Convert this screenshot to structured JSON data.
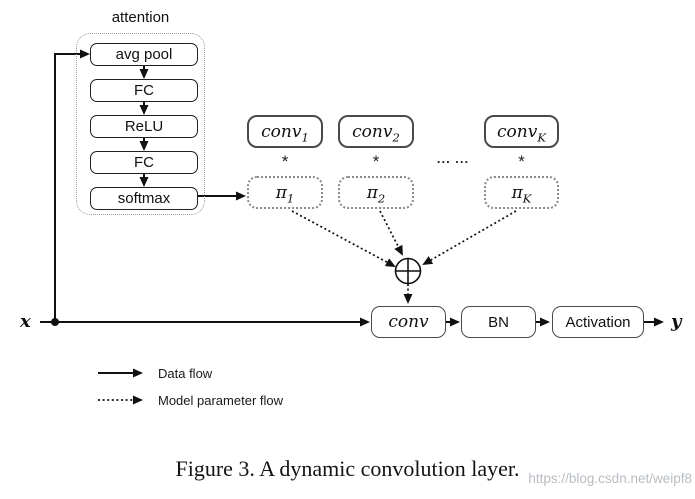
{
  "colors": {
    "ink": "#111111",
    "solid_box_border": "#4a4a4a",
    "dotted_box_border": "#8a8a8a",
    "watermark": "#b7bdc2",
    "background": "#ffffff"
  },
  "attention": {
    "title": "attention",
    "layers": [
      "avg pool",
      "FC",
      "ReLU",
      "FC",
      "softmax"
    ]
  },
  "kernels": [
    {
      "name": "conv",
      "sub": "1",
      "op": "*",
      "weight": "π",
      "weight_sub": "1"
    },
    {
      "name": "conv",
      "sub": "2",
      "op": "*",
      "weight": "π",
      "weight_sub": "2"
    },
    {
      "name": "conv",
      "sub": "K",
      "op": "*",
      "weight": "π",
      "weight_sub": "K"
    }
  ],
  "ellipsis": "... ...",
  "pipeline": {
    "input": "x",
    "conv": "conv",
    "bn": "BN",
    "activation": "Activation",
    "output": "y"
  },
  "legend": {
    "data_flow": "Data flow",
    "param_flow": "Model parameter flow"
  },
  "caption": "Figure 3. A dynamic convolution layer.",
  "watermark": "https://blog.csdn.net/weipf8"
}
